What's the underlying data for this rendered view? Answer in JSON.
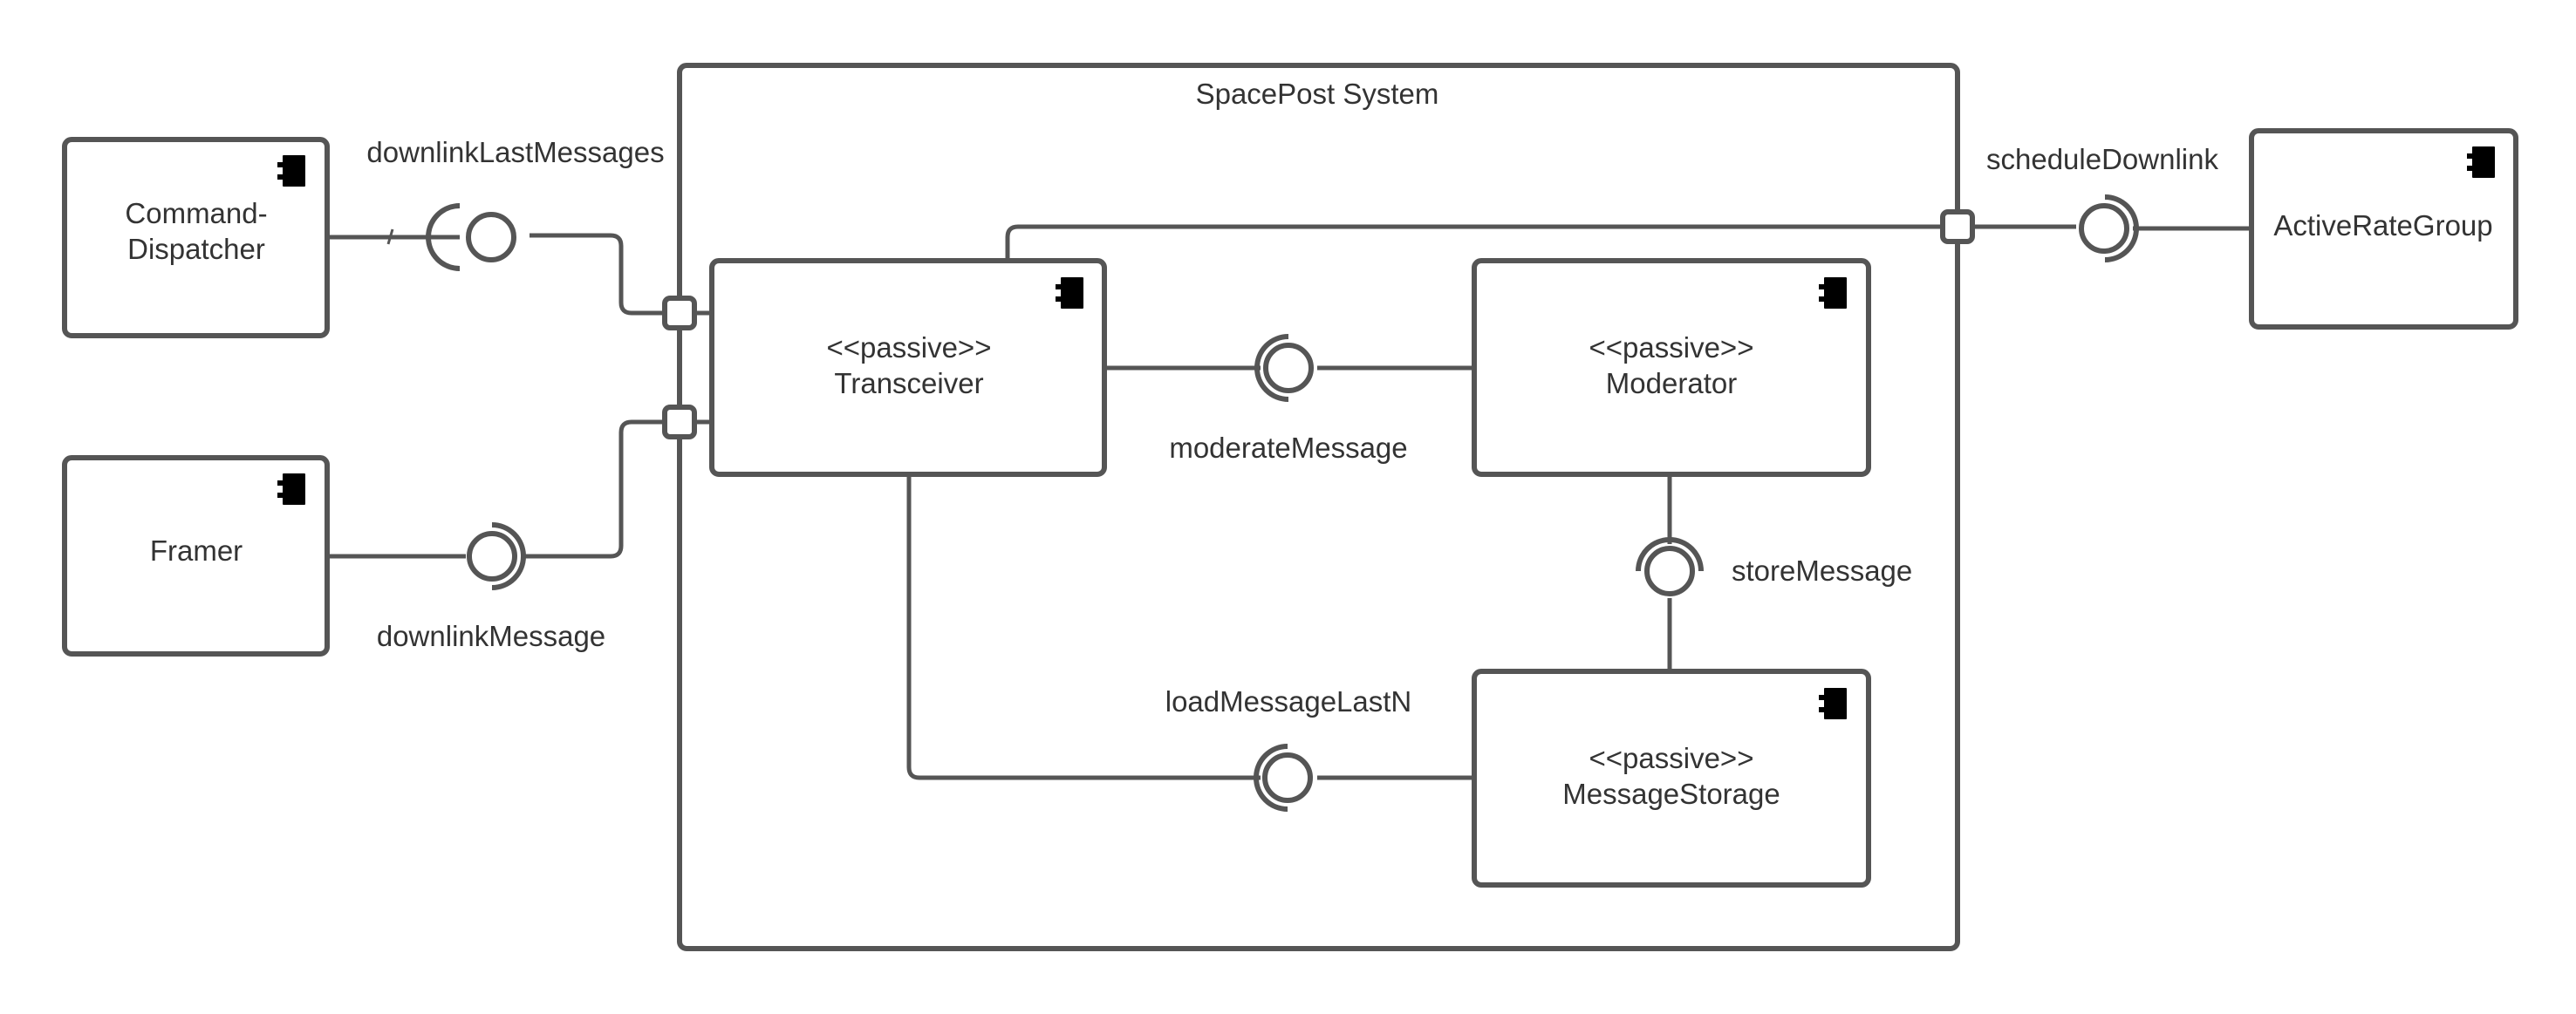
{
  "system": {
    "title": "SpacePost System"
  },
  "components": {
    "command_dispatcher": {
      "line1": "Command-",
      "line2": "Dispatcher"
    },
    "framer": {
      "label": "Framer"
    },
    "transceiver": {
      "stereotype": "<<passive>>",
      "name": "Transceiver"
    },
    "moderator": {
      "stereotype": "<<passive>>",
      "name": "Moderator"
    },
    "message_storage": {
      "stereotype": "<<passive>>",
      "name": "MessageStorage"
    },
    "active_rate_group": {
      "label": "ActiveRateGroup"
    }
  },
  "interfaces": {
    "downlink_last_messages": "downlinkLastMessages",
    "downlink_message": "downlinkMessage",
    "moderate_message": "moderateMessage",
    "store_message": "storeMessage",
    "load_message_last_n": "loadMessageLastN",
    "schedule_downlink": "scheduleDownlink"
  },
  "colors": {
    "stroke": "#555555",
    "text": "#333333",
    "background": "#ffffff"
  }
}
